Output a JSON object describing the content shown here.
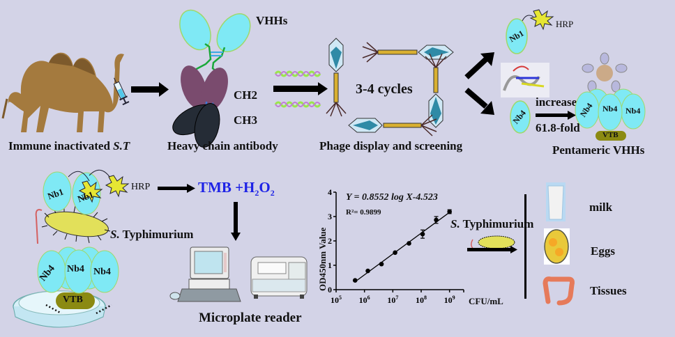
{
  "colors": {
    "background": "#d3d3e7",
    "vhh_fill": "#7fe9f5",
    "vhh_border": "#9fd86a",
    "ch2_fill": "#7a4b6e",
    "ch3_fill": "#252c36",
    "hrp_fill": "#e6e633",
    "vtb_fill": "#8b8a12",
    "linker": "#1aa83a",
    "tmb_text": "#1e23e6",
    "arrow": "#000000"
  },
  "top_row": {
    "camel_caption_prefix": "Immune inactivated ",
    "camel_caption_italic": "S.T",
    "antibody": {
      "vhh_label": "VHHs",
      "ch2_label": "CH2",
      "ch3_label": "CH3",
      "caption": "Heavy chain antibody"
    },
    "phage": {
      "cycles_label": "3-4 cycles",
      "caption": "Phage display and screening"
    },
    "nanobodies": {
      "nb1_label": "Nb1",
      "hrp_label": "HRP",
      "nb4_label": "Nb4",
      "increase_label": "increase",
      "fold_label": "61.8-fold",
      "pentamer_labels": [
        "Nb4",
        "Nb4",
        "Nb4"
      ],
      "vtb_label": "VTB",
      "caption": "Pentameric VHHs"
    }
  },
  "bottom_row": {
    "sandwich": {
      "nb1_labels": [
        "Nb1",
        "Nb1"
      ],
      "hrp_label": "HRP",
      "bacteria_label_italic": "S.",
      "bacteria_label_rest": " Typhimurium",
      "nb4_labels": [
        "Nb4",
        "Nb4",
        "Nb4"
      ],
      "vtb_label": "VTB"
    },
    "tmb": {
      "prefix": "TMB +H",
      "sub1": "2",
      "mid": "O",
      "sub2": "2"
    },
    "reader_caption": "Microplate reader",
    "samples_arrow_label_italic": "S.",
    "samples_arrow_label_rest": " Typhimurium",
    "samples": [
      {
        "label": "milk",
        "icon": "milk-glass-icon"
      },
      {
        "label": "Eggs",
        "icon": "eggs-bowl-icon"
      },
      {
        "label": "Tissues",
        "icon": "intestine-icon"
      }
    ]
  },
  "chart_data": {
    "type": "scatter",
    "title": "",
    "equation": "Y = 0.8552 log X-4.523",
    "r_squared": "R²= 0.9899",
    "xlabel": "CFU/mL",
    "ylabel": "OD450nm Value",
    "x_scale": "log10",
    "xlim_log10": [
      5,
      9.5
    ],
    "ylim": [
      0,
      4
    ],
    "x_tick_labels": [
      {
        "base": "10",
        "exp": "5"
      },
      {
        "base": "10",
        "exp": "6"
      },
      {
        "base": "10",
        "exp": "7"
      },
      {
        "base": "10",
        "exp": "8"
      },
      {
        "base": "10",
        "exp": "9"
      }
    ],
    "x_tick_log10": [
      5,
      6,
      7,
      8,
      9
    ],
    "y_ticks": [
      0,
      1,
      2,
      3,
      4
    ],
    "points_log10x": [
      5.67,
      6.12,
      6.6,
      7.08,
      7.57,
      8.05,
      8.53,
      9.0
    ],
    "points_y": [
      0.38,
      0.77,
      1.05,
      1.52,
      1.9,
      2.28,
      2.86,
      3.2
    ],
    "error": [
      0.02,
      0.03,
      0.04,
      0.04,
      0.04,
      0.17,
      0.14,
      0.08
    ],
    "fit": {
      "slope": 0.8552,
      "intercept": -4.523
    },
    "grid": false,
    "legend": "none"
  }
}
